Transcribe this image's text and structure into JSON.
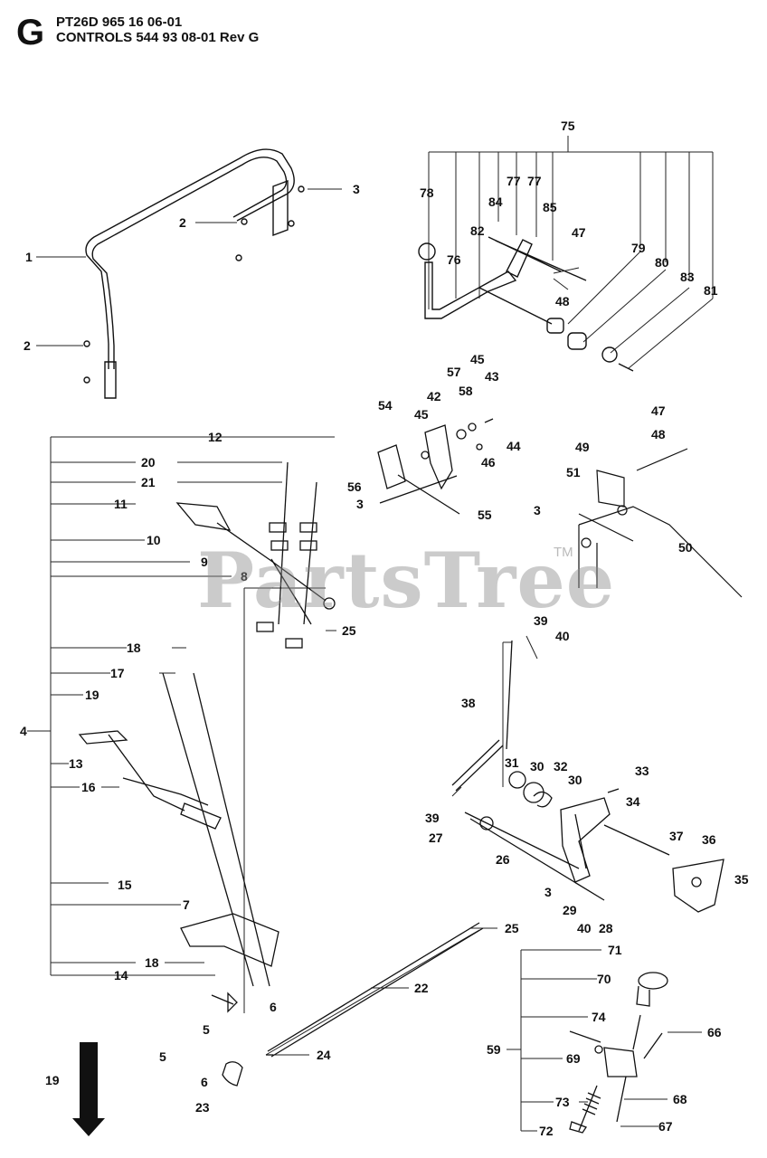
{
  "header": {
    "section_letter": "G",
    "line1": "PT26D 965 16 06-01",
    "line2": "CONTROLS 544 93 08-01 Rev G"
  },
  "watermark": {
    "text": "PartsTree",
    "tm": "TM"
  },
  "colors": {
    "ink": "#111111",
    "line": "#222222",
    "watermark": "#8c8c8c"
  },
  "callouts": {
    "c1": "1",
    "c2a": "2",
    "c2b": "2",
    "c3a": "3",
    "c75": "75",
    "c78": "78",
    "c84": "84",
    "c77a": "77",
    "c77b": "77",
    "c85": "85",
    "c82": "82",
    "c47a": "47",
    "c76": "76",
    "c79": "79",
    "c80": "80",
    "c48a": "48",
    "c83": "83",
    "c81": "81",
    "c45a": "45",
    "c57": "57",
    "c43": "43",
    "c42": "42",
    "c58": "58",
    "c45b": "45",
    "c54": "54",
    "c44": "44",
    "c46": "46",
    "c56": "56",
    "c3b": "3",
    "c55": "55",
    "c47b": "47",
    "c48b": "48",
    "c49": "49",
    "c51": "51",
    "c3c": "3",
    "c50": "50",
    "c12": "12",
    "c20": "20",
    "c21": "21",
    "c11": "11",
    "c10": "10",
    "c9": "9",
    "c8": "8",
    "c25a": "25",
    "c18a": "18",
    "c17": "17",
    "c19a": "19",
    "c4": "4",
    "c13": "13",
    "c16": "16",
    "c15": "15",
    "c7": "7",
    "c18b": "18",
    "c14": "14",
    "c6a": "6",
    "c5a": "5",
    "c5b": "5",
    "c6b": "6",
    "c23": "23",
    "c24": "24",
    "c22": "22",
    "c25b": "25",
    "c39a": "39",
    "c40a": "40",
    "c38": "38",
    "c31": "31",
    "c30a": "30",
    "c32": "32",
    "c30b": "30",
    "c33": "33",
    "c34": "34",
    "c39b": "39",
    "c27": "27",
    "c26": "26",
    "c37": "37",
    "c36": "36",
    "c35": "35",
    "c3d": "3",
    "c29": "29",
    "c40b": "40",
    "c28": "28",
    "c71": "71",
    "c70": "70",
    "c74": "74",
    "c66": "66",
    "c59": "59",
    "c69": "69",
    "c73": "73",
    "c68": "68",
    "c72": "72",
    "c67": "67",
    "c19b": "19"
  }
}
